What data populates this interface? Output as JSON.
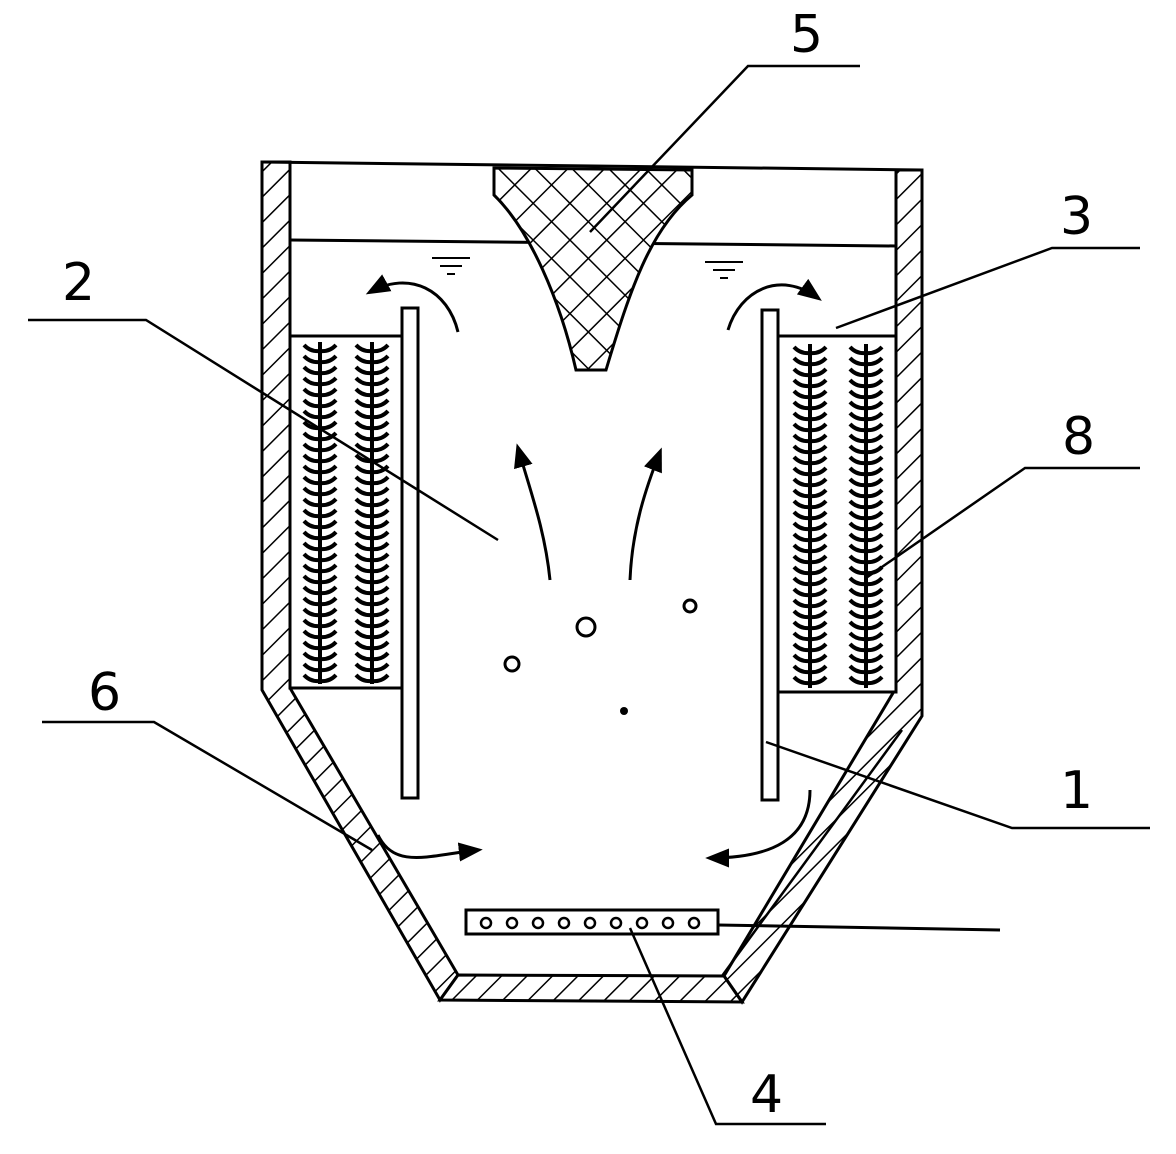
{
  "labels": {
    "l1": "1",
    "l2": "2",
    "l3": "3",
    "l4": "4",
    "l5": "5",
    "l6": "6",
    "l8": "8"
  },
  "colors": {
    "ink": "#000000",
    "paper": "#ffffff"
  }
}
